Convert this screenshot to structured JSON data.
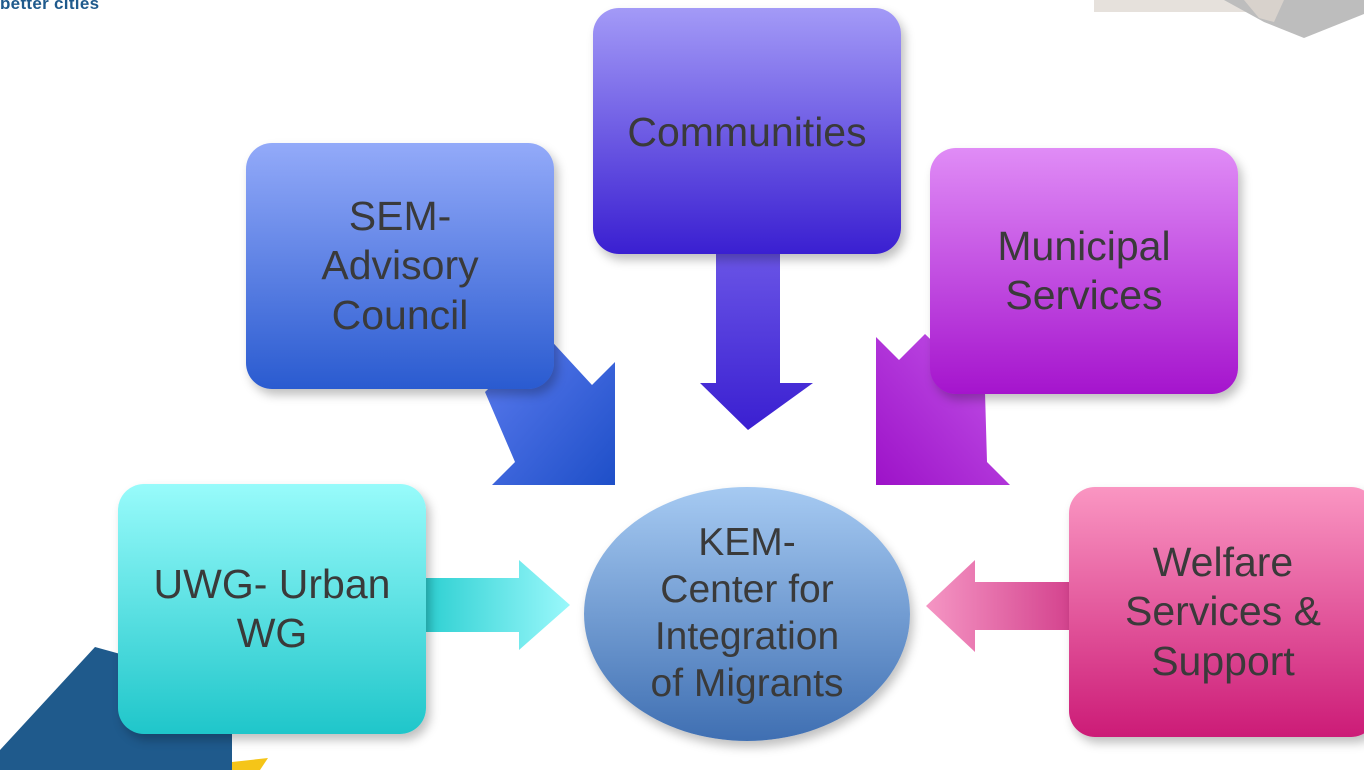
{
  "brand": {
    "text": "better cities"
  },
  "center": {
    "label": "KEM-\nCenter for\nIntegration\nof Migrants"
  },
  "nodes": {
    "sem": "SEM-\nAdvisory\nCouncil",
    "communities": "Communities",
    "municipal": "Municipal\nServices",
    "uwg": "UWG- Urban\nWG",
    "welfare": "Welfare\nServices &\nSupport"
  },
  "colors": {
    "sem": "#2a5bd0",
    "communities": "#3a1fd1",
    "municipal": "#a514cd",
    "uwg": "#1fc6ca",
    "welfare": "#cc1b77",
    "center": "#3f6fb2",
    "deco_blue": "#1f5a8c",
    "deco_yellow": "#f5c518"
  }
}
